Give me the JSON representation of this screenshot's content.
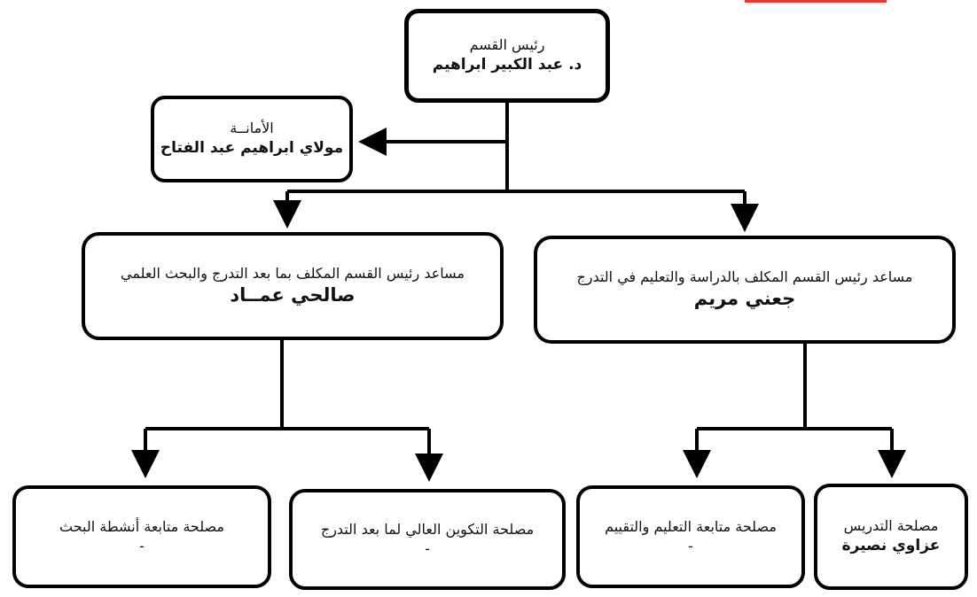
{
  "colors": {
    "line": "#000000",
    "box_border": "#000000",
    "accent_red": "#e53935"
  },
  "org_chart": {
    "head": {
      "role": "رئيس القسم",
      "name": "د. عبد الكبير ابراهيم"
    },
    "secretariat": {
      "role": "الأمانــة",
      "name": "مولاي ابراهيم عبد الفتاح"
    },
    "assistant_postgrad": {
      "role": "مساعد رئيس القسم المكلف بما بعد التدرج والبحث العلمي",
      "name": "صالحي عمــاد"
    },
    "assistant_undergrad": {
      "role": "مساعد رئيس القسم المكلف بالدراسة  والتعليم في التدرج",
      "name": "جعني مريم"
    },
    "research_activities": {
      "role": "مصلحة متابعة أنشطة البحث",
      "name": "-"
    },
    "postgrad_training": {
      "role": "مصلحة التكوين العالي لما بعد التدرج",
      "name": "-"
    },
    "teaching_evaluation": {
      "role": "مصلحة متابعة التعليم  والتقييم",
      "name": "-"
    },
    "teaching": {
      "role": "مصلحة التدريس",
      "name": "عزاوي نصيرة"
    }
  }
}
